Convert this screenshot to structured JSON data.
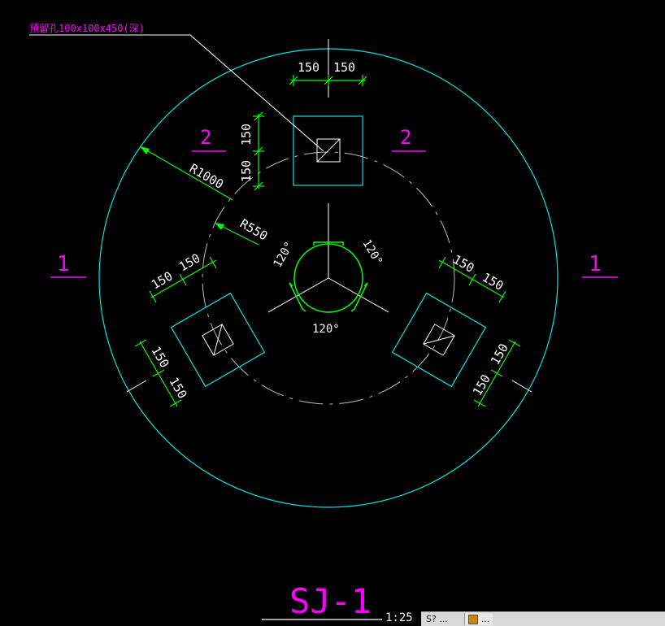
{
  "drawing": {
    "title": "SJ-1",
    "scale": "1:25",
    "leader_note": "预留孔100x100x450(深)",
    "section_marks": {
      "left": "1",
      "right": "1",
      "top_left": "2",
      "top_right": "2"
    },
    "radius_labels": {
      "outer": "R1000",
      "inner": "R550"
    },
    "angle_labels": {
      "left": "120°",
      "right": "120°",
      "bottom": "120°"
    },
    "dimensions": {
      "top_h_left": "150",
      "top_h_right": "150",
      "top_v_upper": "150",
      "top_v_lower": "150",
      "left_a1": "150",
      "left_a2": "150",
      "left_b1": "150",
      "left_b2": "150",
      "right_a1": "150",
      "right_a2": "150",
      "right_b1": "150",
      "right_b2": "150"
    },
    "colors": {
      "background": "#000000",
      "outer_circle": "#00e5e5",
      "pads": "#00e5e5",
      "dimensions": "#00ff00",
      "inner_circle": "#00ff00",
      "text": "#ffffff",
      "marks": "#ff00ff",
      "gray_circle": "#bdbdbd"
    }
  },
  "taskbar": {
    "item1": "S?  ...",
    "item2": "..."
  }
}
